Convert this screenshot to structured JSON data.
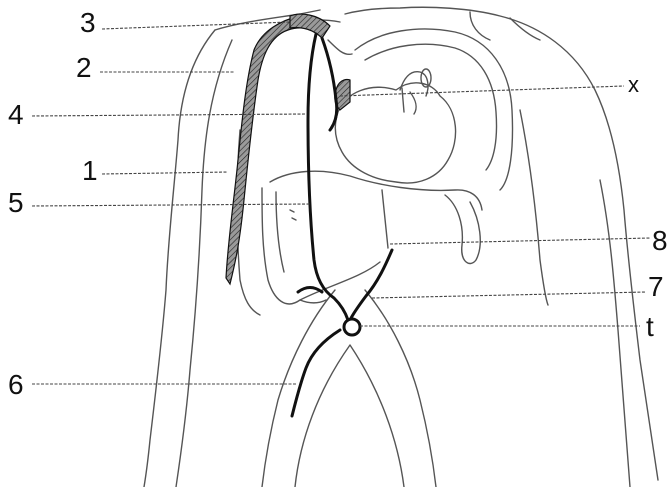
{
  "labels": {
    "l1": "1",
    "l2": "2",
    "l3": "3",
    "l4": "4",
    "l5": "5",
    "l6": "6",
    "l7": "7",
    "l8": "8",
    "lx": "x",
    "lt": "t"
  },
  "colors": {
    "ink": "#111111",
    "outline": "#555555",
    "hatch": "#666666",
    "background": "#ffffff"
  }
}
